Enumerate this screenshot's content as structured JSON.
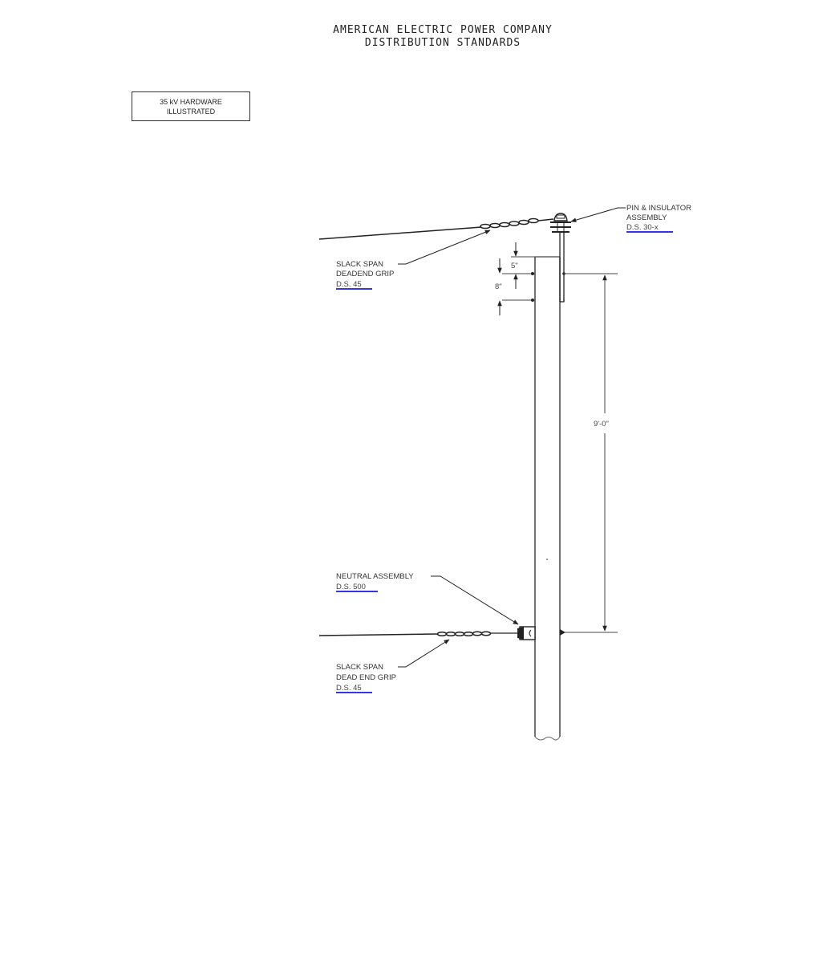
{
  "header": {
    "line1": "AMERICAN ELECTRIC POWER COMPANY",
    "line2": "DISTRIBUTION STANDARDS"
  },
  "note_box": {
    "line1": "35 kV HARDWARE",
    "line2": "ILLUSTRATED"
  },
  "callouts": {
    "pin_insulator": {
      "line1": "PIN & INSULATOR",
      "line2": "ASSEMBLY",
      "ref": "D.S. 30-x"
    },
    "slack_span_top": {
      "line1": "SLACK SPAN",
      "line2": "DEADEND GRIP",
      "ref": "D.S. 45"
    },
    "neutral_assembly": {
      "line1": "NEUTRAL ASSEMBLY",
      "ref": "D.S. 500"
    },
    "slack_span_bottom": {
      "line1": "SLACK SPAN",
      "line2": "DEAD END GRIP",
      "ref": "D.S. 45"
    }
  },
  "dimensions": {
    "top_offset": "5\"",
    "second_offset": "8\"",
    "neutral_spacing": "9'-0\""
  },
  "colors": {
    "line": "#222222",
    "link": "#1a1ae6",
    "text": "#333333"
  }
}
